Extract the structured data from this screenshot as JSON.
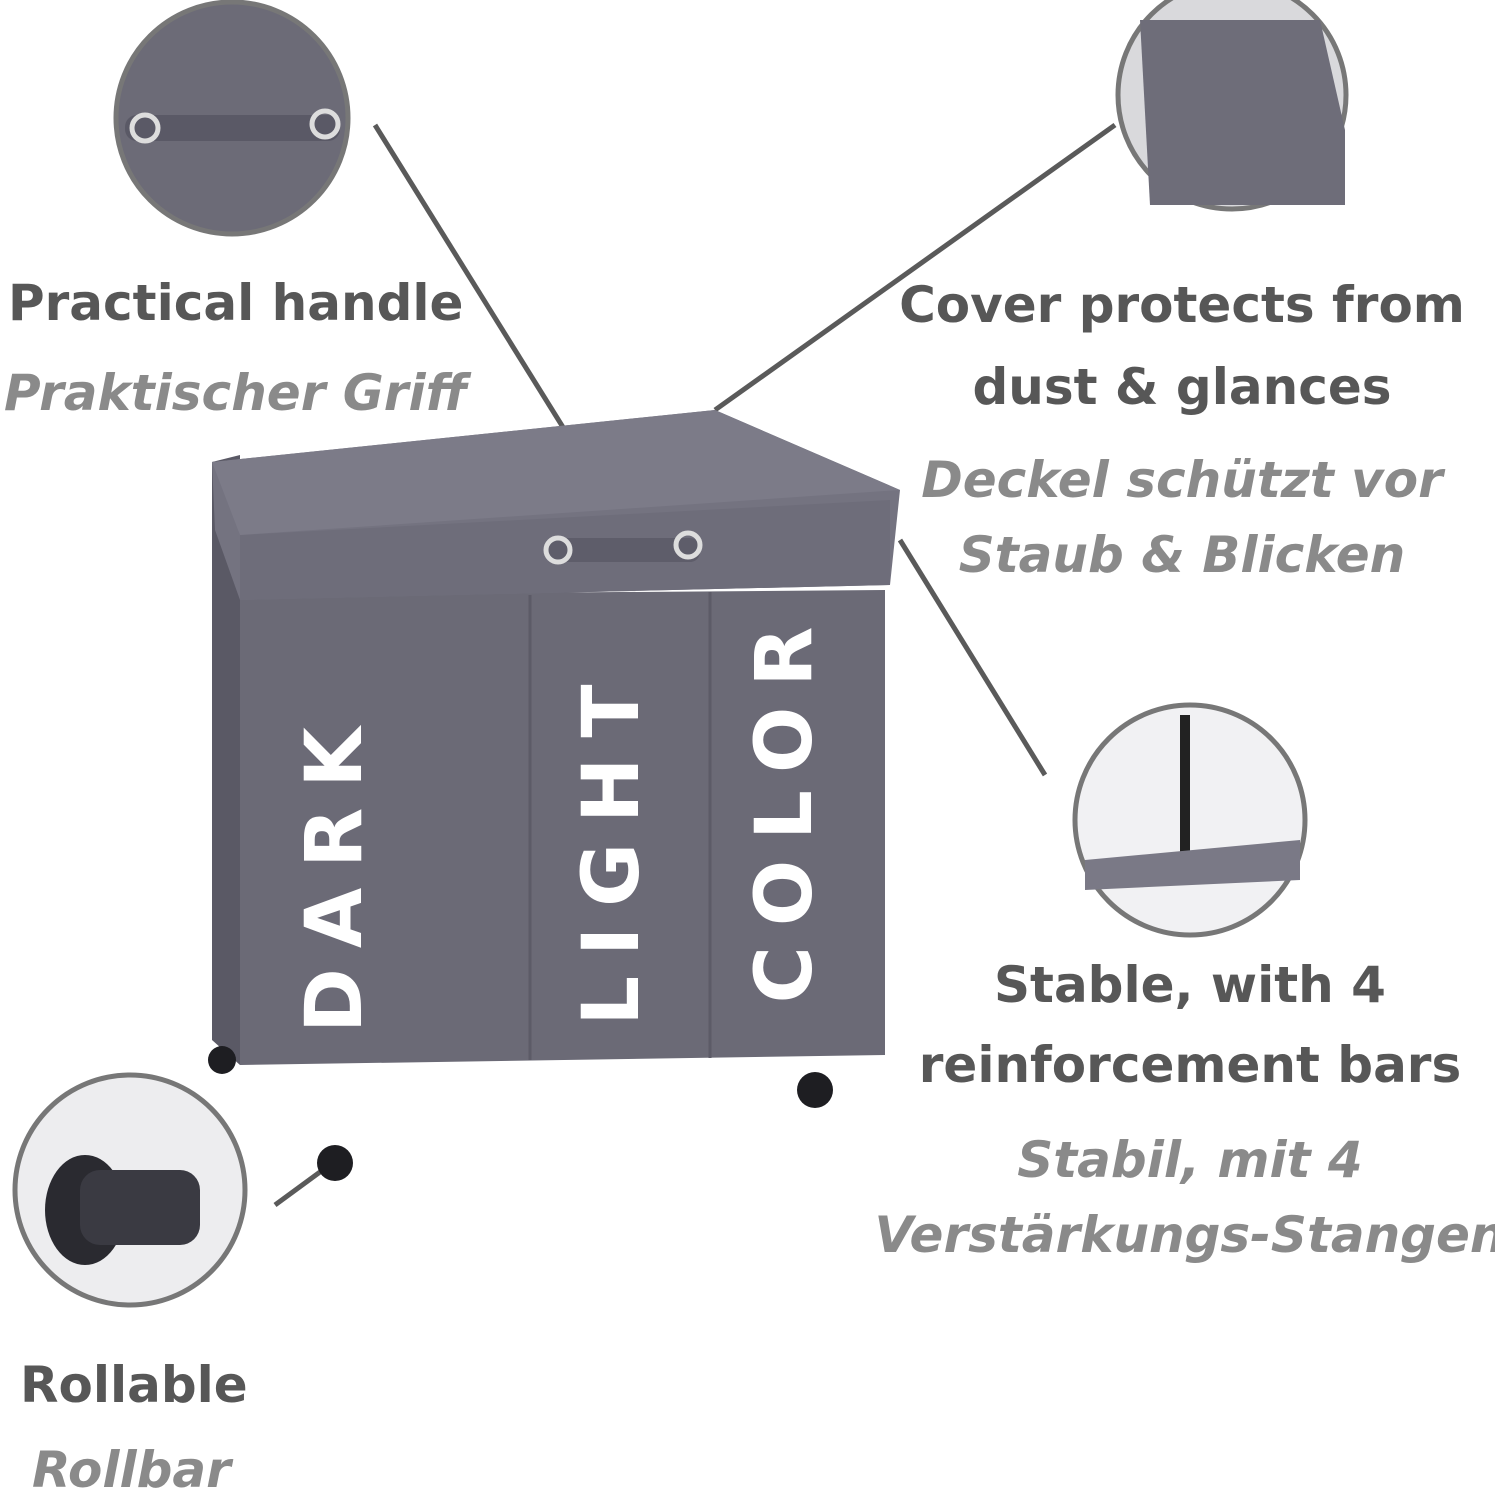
{
  "callouts": {
    "handle": {
      "en": "Practical handle",
      "de": "Praktischer Griff"
    },
    "cover": {
      "en1": "Cover protects from",
      "en2": "dust & glances",
      "de1": "Deckel schützt vor",
      "de2": "Staub & Blicken"
    },
    "stable": {
      "en1": "Stable, with 4",
      "en2": "reinforcement bars",
      "de1": "Stabil, mit 4",
      "de2": "Verstärkungs-Stangen"
    },
    "rollable": {
      "en": "Rollable",
      "de": "Rollbar"
    }
  },
  "product": {
    "compartments": [
      "DARK",
      "LIGHT",
      "COLOR"
    ]
  },
  "colors": {
    "fabric": "#6b6a76",
    "text_en": "#575757",
    "text_de": "#8a8a8a",
    "circle": "#777777"
  }
}
